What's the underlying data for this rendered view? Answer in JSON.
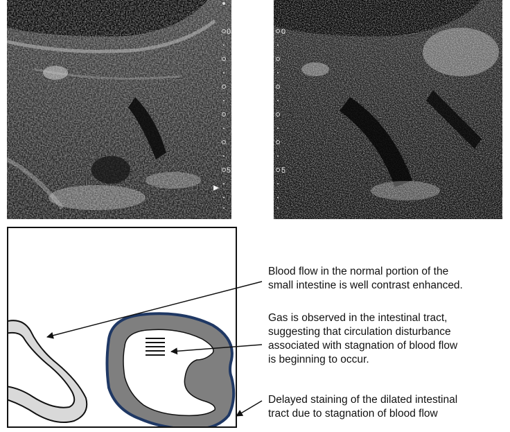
{
  "ultrasound_left": {
    "scale_labels": [
      "0",
      "5"
    ]
  },
  "ultrasound_right": {
    "scale_labels": [
      "0",
      "5"
    ]
  },
  "annotations": [
    {
      "lines": [
        "Blood flow in the normal portion of the",
        "small intestine is well contrast enhanced."
      ]
    },
    {
      "lines": [
        "Gas is observed in the intestinal tract,",
        "suggesting that circulation disturbance",
        "associated with stagnation of blood flow",
        "is beginning to occur."
      ]
    },
    {
      "lines": [
        "Delayed staining of the dilated intestinal",
        "tract due to stagnation of blood flow"
      ]
    }
  ],
  "colors": {
    "normal_intestine_fill": "#d9d9d9",
    "dilated_intestine_fill": "#7f7f7f",
    "dilated_intestine_outline": "#1f3864",
    "outline": "#111111"
  }
}
